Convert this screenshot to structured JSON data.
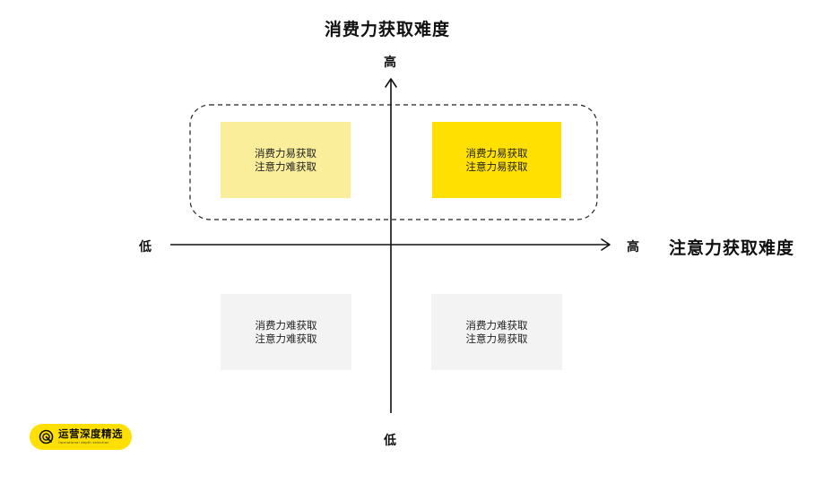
{
  "diagram": {
    "y_axis": {
      "title": "消费力获取难度",
      "high_label": "高",
      "low_label": "低"
    },
    "x_axis": {
      "title": "注意力获取难度",
      "high_label": "高",
      "low_label": "低"
    },
    "quadrants": [
      {
        "id": "top-left",
        "line1": "消费力易获取",
        "line2": "注意力难获取",
        "color": "#FBEE9B"
      },
      {
        "id": "top-right",
        "line1": "消费力易获取",
        "line2": "注意力易获取",
        "color": "#FFE000"
      },
      {
        "id": "bottom-left",
        "line1": "消费力难获取",
        "line2": "注意力难获取",
        "color": "#F3F3F3"
      },
      {
        "id": "bottom-right",
        "line1": "消费力难获取",
        "line2": "注意力易获取",
        "color": "#F3F3F3"
      }
    ]
  },
  "brand": {
    "name": "运营深度精选",
    "tagline": "Operational depth selection",
    "color": "#FFE000",
    "icon": "brand-logo-icon"
  }
}
